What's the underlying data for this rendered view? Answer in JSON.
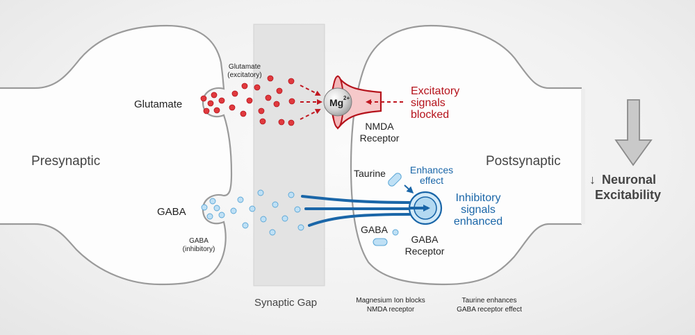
{
  "labels": {
    "presynaptic": "Presynaptic",
    "postsynaptic": "Postsynaptic",
    "synaptic_gap": "Synaptic Gap",
    "glutamate_left": "Glutamate",
    "glutamate_caption_1": "Glutamate",
    "glutamate_caption_2": "(excitatory)",
    "gaba_left": "GABA",
    "gaba_caption_1": "GABA",
    "gaba_caption_2": "(inhibitory)",
    "mg_ion": "Mg",
    "mg_charge": "2+",
    "nmda_1": "NMDA",
    "nmda_2": "Receptor",
    "excitatory_1": "Excitatory",
    "excitatory_2": "signals",
    "excitatory_3": "blocked",
    "taurine": "Taurine",
    "enhances_1": "Enhances",
    "enhances_2": "effect",
    "inhibitory_1": "Inhibitory",
    "inhibitory_2": "signals",
    "inhibitory_3": "enhanced",
    "gaba_post": "GABA",
    "gaba_receptor_1": "GABA",
    "gaba_receptor_2": "Receptor",
    "footnote_mg_1": "Magnesium Ion blocks",
    "footnote_mg_2": "NMDA receptor",
    "footnote_taurine_1": "Taurine enhances",
    "footnote_taurine_2": "GABA receptor effect",
    "outcome_arrow": "↓",
    "outcome_1": "Neuronal",
    "outcome_2": "Excitability"
  },
  "colors": {
    "excitatory_red": "#b5121b",
    "glutamate_dot": "#e03a3e",
    "inhibitory_blue": "#1a66a8",
    "gaba_dot": "#bfe0f5",
    "outline_gray": "#9a9a9a",
    "gap_gray": "#e2e2e2",
    "text_dark": "#222222",
    "text_gray": "#444444"
  }
}
